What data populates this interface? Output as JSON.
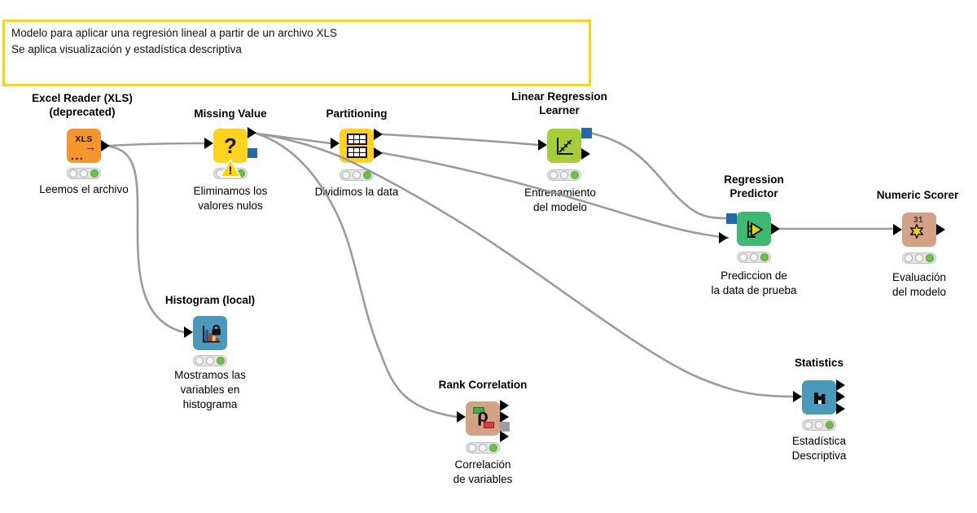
{
  "app": "KNIME workflow editor canvas",
  "colors": {
    "source_orange": "#f5952d",
    "manipulator_yellow": "#ffd21e",
    "learner_lime": "#a6ce39",
    "predictor_green": "#3eb972",
    "view_blue": "#4a98ba",
    "misc_tan": "#d3a285",
    "port_blue": "#2668ae",
    "port_gray": "#9e9e9e",
    "wire_gray": "#9b9b9b",
    "status_green": "#6cc04a",
    "annotation_border_yellow": "#ffd500",
    "background": "#ffffff"
  },
  "annotation": {
    "lines": [
      "Modelo para aplicar una regresión lineal a partir de un archivo XLS",
      "Se aplica visualización y estadística descriptiva"
    ]
  },
  "nodes": {
    "excel_reader": {
      "title_lines": [
        "Excel Reader (XLS)",
        "(deprecated)"
      ],
      "label_lines": [
        "Leemos el archivo"
      ],
      "status": "executed",
      "icon": {
        "text": "XLS",
        "arrow": "→",
        "dots": "..."
      }
    },
    "missing_value": {
      "title_lines": [
        "Missing Value"
      ],
      "label_lines": [
        "Eliminamos los",
        "valores nulos"
      ],
      "status": "executed-with-warning",
      "icon": {
        "text": "?"
      },
      "warning": "!"
    },
    "partitioning": {
      "title_lines": [
        "Partitioning"
      ],
      "label_lines": [
        "Dividimos la data"
      ],
      "status": "executed"
    },
    "linear_regression_learner": {
      "title_lines": [
        "Linear Regression",
        "Learner"
      ],
      "label_lines": [
        "Entrenamiento",
        "del modelo"
      ],
      "status": "executed"
    },
    "regression_predictor": {
      "title_lines": [
        "Regression",
        "Predictor"
      ],
      "label_lines": [
        "Prediccion de",
        "la data de prueba"
      ],
      "status": "executed"
    },
    "numeric_scorer": {
      "title_lines": [
        "Numeric Scorer"
      ],
      "label_lines": [
        "Evaluación",
        "del modelo"
      ],
      "status": "executed",
      "icon": {
        "text": "31"
      }
    },
    "histogram": {
      "title_lines": [
        "Histogram (local)"
      ],
      "label_lines": [
        "Mostramos las",
        "variables en",
        "histograma"
      ],
      "status": "executed"
    },
    "rank_correlation": {
      "title_lines": [
        "Rank Correlation"
      ],
      "label_lines": [
        "Correlación",
        "de variables"
      ],
      "status": "executed",
      "icon": {
        "text": "ρ"
      }
    },
    "statistics": {
      "title_lines": [
        "Statistics"
      ],
      "label_lines": [
        "Estadística",
        "Descriptiva"
      ],
      "status": "executed"
    }
  }
}
